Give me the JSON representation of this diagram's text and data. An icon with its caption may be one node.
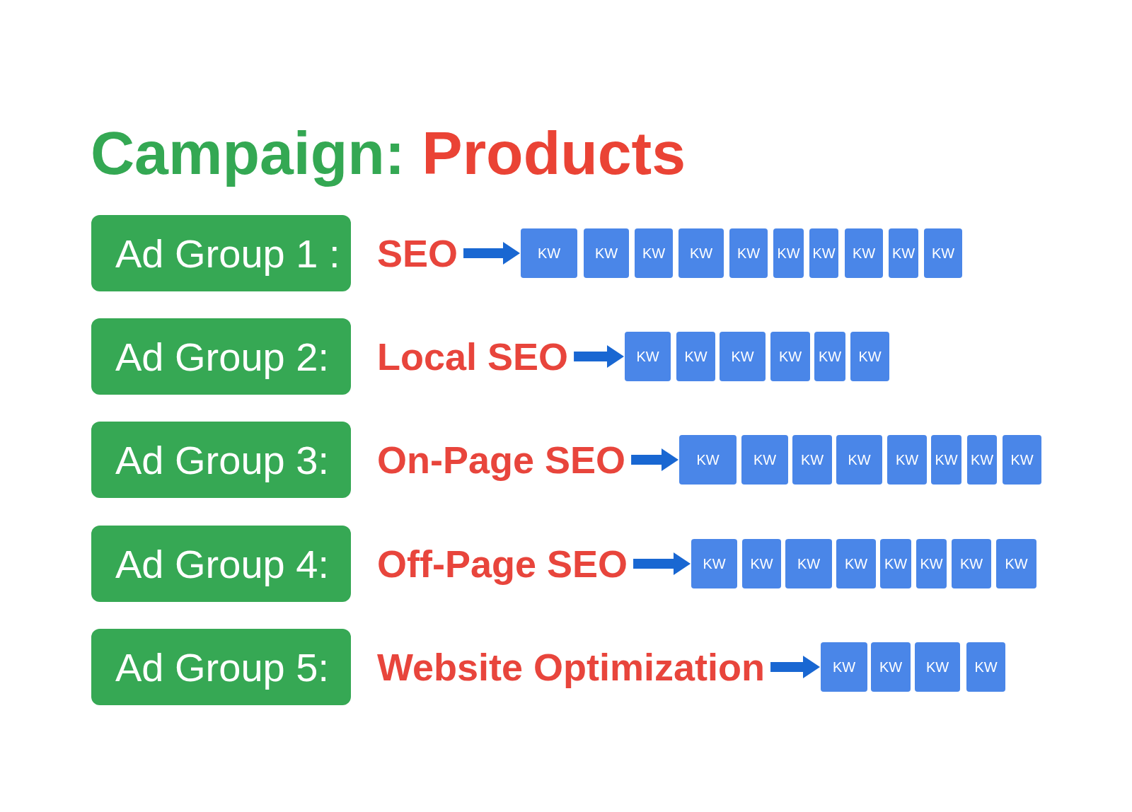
{
  "diagram": {
    "title": "Campaign: Products",
    "nodes": [
      {
        "text": [
          "Ad Group 1 :"
        ]
      },
      {
        "text": [
          "SEO"
        ]
      },
      {
        "text": [
          "KW"
        ]
      },
      {
        "text": [
          "KW"
        ]
      },
      {
        "text": [
          "KW"
        ]
      },
      {
        "text": [
          "KW"
        ]
      },
      {
        "text": [
          "KW"
        ]
      },
      {
        "text": [
          "KW"
        ]
      },
      {
        "text": [
          "KW"
        ]
      },
      {
        "text": [
          "KW"
        ]
      },
      {
        "text": [
          "KW"
        ]
      },
      {
        "text": [
          "KW"
        ]
      },
      {
        "text": [
          "Ad Group 2:"
        ]
      },
      {
        "text": [
          "Local SEO"
        ]
      },
      {
        "text": [
          "KW"
        ]
      },
      {
        "text": [
          "KW"
        ]
      },
      {
        "text": [
          "KW"
        ]
      },
      {
        "text": [
          "KW"
        ]
      },
      {
        "text": [
          "KW"
        ]
      },
      {
        "text": [
          "KW"
        ]
      },
      {
        "text": [
          "Ad Group 3:"
        ]
      },
      {
        "text": [
          "On-Page SEO"
        ]
      },
      {
        "text": [
          "KW"
        ]
      },
      {
        "text": [
          "KW"
        ]
      },
      {
        "text": [
          "KW"
        ]
      },
      {
        "text": [
          "KW"
        ]
      },
      {
        "text": [
          "KW"
        ]
      },
      {
        "text": [
          "KW"
        ]
      },
      {
        "text": [
          "KW"
        ]
      },
      {
        "text": [
          "KW"
        ]
      },
      {
        "text": [
          "Ad Group 4:"
        ]
      },
      {
        "text": [
          "Off-Page SEO"
        ]
      },
      {
        "text": [
          "KW"
        ]
      },
      {
        "text": [
          "KW"
        ]
      },
      {
        "text": [
          "KW"
        ]
      },
      {
        "text": [
          "KW"
        ]
      },
      {
        "text": [
          "KW"
        ]
      },
      {
        "text": [
          "KW"
        ]
      },
      {
        "text": [
          "KW"
        ]
      },
      {
        "text": [
          "KW"
        ]
      },
      {
        "text": [
          "Ad Group 5:"
        ]
      },
      {
        "text": [
          "Website Optimization"
        ]
      },
      {
        "text": [
          "KW"
        ]
      },
      {
        "text": [
          "KW"
        ]
      },
      {
        "text": [
          "KW"
        ]
      },
      {
        "text": [
          "KW"
        ]
      }
    ],
    "edges": [
      {
        "from": 1,
        "to": 2,
        "arrow": "to"
      },
      {
        "from": 13,
        "to": 14,
        "arrow": "to"
      },
      {
        "from": 21,
        "to": 22,
        "arrow": "to"
      },
      {
        "from": 31,
        "to": 32,
        "arrow": "to"
      },
      {
        "from": 41,
        "to": 42,
        "arrow": "to"
      }
    ]
  }
}
